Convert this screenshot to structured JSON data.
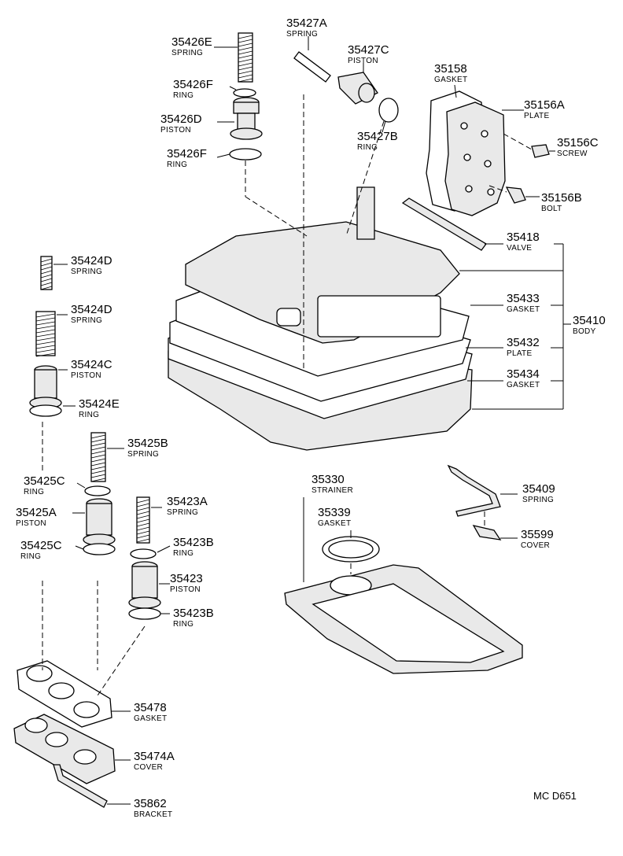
{
  "reference": "MC  D651",
  "callouts": [
    {
      "id": "c35426E",
      "number": "35426E",
      "name": "SPRING"
    },
    {
      "id": "c35426F1",
      "number": "35426F",
      "name": "RING"
    },
    {
      "id": "c35426D",
      "number": "35426D",
      "name": "PISTON"
    },
    {
      "id": "c35426F2",
      "number": "35426F",
      "name": "RING"
    },
    {
      "id": "c35427A",
      "number": "35427A",
      "name": "SPRING"
    },
    {
      "id": "c35427C",
      "number": "35427C",
      "name": "PISTON"
    },
    {
      "id": "c35427B",
      "number": "35427B",
      "name": "RING"
    },
    {
      "id": "c35158",
      "number": "35158",
      "name": "GASKET"
    },
    {
      "id": "c35156A",
      "number": "35156A",
      "name": "PLATE"
    },
    {
      "id": "c35156C",
      "number": "35156C",
      "name": "SCREW"
    },
    {
      "id": "c35156B",
      "number": "35156B",
      "name": "BOLT"
    },
    {
      "id": "c35418",
      "number": "35418",
      "name": "VALVE"
    },
    {
      "id": "c35433",
      "number": "35433",
      "name": "GASKET"
    },
    {
      "id": "c35410",
      "number": "35410",
      "name": "BODY"
    },
    {
      "id": "c35432",
      "number": "35432",
      "name": "PLATE"
    },
    {
      "id": "c35434",
      "number": "35434",
      "name": "GASKET"
    },
    {
      "id": "c35424D1",
      "number": "35424D",
      "name": "SPRING"
    },
    {
      "id": "c35424D2",
      "number": "35424D",
      "name": "SPRING"
    },
    {
      "id": "c35424C",
      "number": "35424C",
      "name": "PISTON"
    },
    {
      "id": "c35424E",
      "number": "35424E",
      "name": "RING"
    },
    {
      "id": "c35425B",
      "number": "35425B",
      "name": "SPRING"
    },
    {
      "id": "c35425C1",
      "number": "35425C",
      "name": "RING"
    },
    {
      "id": "c35425A",
      "number": "35425A",
      "name": "PISTON"
    },
    {
      "id": "c35425C2",
      "number": "35425C",
      "name": "RING"
    },
    {
      "id": "c35423A",
      "number": "35423A",
      "name": "SPRING"
    },
    {
      "id": "c35423B1",
      "number": "35423B",
      "name": "RING"
    },
    {
      "id": "c35423",
      "number": "35423",
      "name": "PISTON"
    },
    {
      "id": "c35423B2",
      "number": "35423B",
      "name": "RING"
    },
    {
      "id": "c35330",
      "number": "35330",
      "name": "STRAINER"
    },
    {
      "id": "c35339",
      "number": "35339",
      "name": "GASKET"
    },
    {
      "id": "c35409",
      "number": "35409",
      "name": "SPRING"
    },
    {
      "id": "c35599",
      "number": "35599",
      "name": "COVER"
    },
    {
      "id": "c35478",
      "number": "35478",
      "name": "GASKET"
    },
    {
      "id": "c35474A",
      "number": "35474A",
      "name": "COVER"
    },
    {
      "id": "c35862",
      "number": "35862",
      "name": "BRACKET"
    }
  ]
}
